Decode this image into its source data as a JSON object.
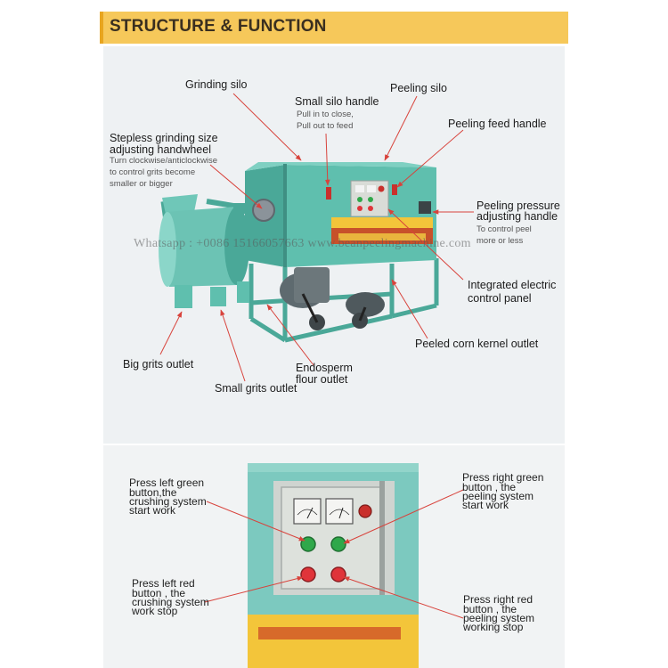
{
  "header": {
    "title": "STRUCTURE & FUNCTION"
  },
  "top_labels": {
    "grinding_silo": "Grinding silo",
    "small_silo_handle": "Small silo handle",
    "small_silo_handle_desc_1": "Pull in to close,",
    "small_silo_handle_desc_2": "Pull out to feed",
    "peeling_silo": "Peeling silo",
    "peeling_feed_handle": "Peeling feed handle",
    "stepless_1": "Stepless grinding size",
    "stepless_2": "adjusting handwheel",
    "stepless_desc_1": "Turn clockwise/anticlockwise",
    "stepless_desc_2": "to control grits become",
    "stepless_desc_3": "smaller or bigger",
    "peeling_pressure_1": "Peeling pressure",
    "peeling_pressure_2": "adjusting handle",
    "peeling_pressure_desc_1": "To control peel",
    "peeling_pressure_desc_2": "more or less",
    "control_panel_1": "Integrated electric",
    "control_panel_2": "control panel",
    "peeled_outlet": "Peeled corn kernel outlet",
    "big_grits": "Big grits outlet",
    "endosperm_1": "Endosperm",
    "endosperm_2": "flour outlet",
    "small_grits": "Small grits outlet"
  },
  "watermark": "Whatsapp : +0086 15166057663  www.beanpeelingmachine.com",
  "bottom_labels": {
    "left_green": [
      "Press left green",
      "button,the",
      "crushing system",
      "start work"
    ],
    "right_green": [
      "Press right green",
      "button , the",
      "peeling system",
      "start work"
    ],
    "left_red": [
      "Press left red",
      "button , the",
      "crushing system",
      "work stop"
    ],
    "right_red": [
      "Press right red",
      "button , the",
      "peeling system",
      "working stop"
    ]
  },
  "colors": {
    "banner": "#f6c85a",
    "machine_body": "#5fbfae",
    "panel_body": "#7cc9bf",
    "arrow": "#d8433c",
    "green_button": "#2fa84a",
    "red_button": "#e0343a"
  }
}
